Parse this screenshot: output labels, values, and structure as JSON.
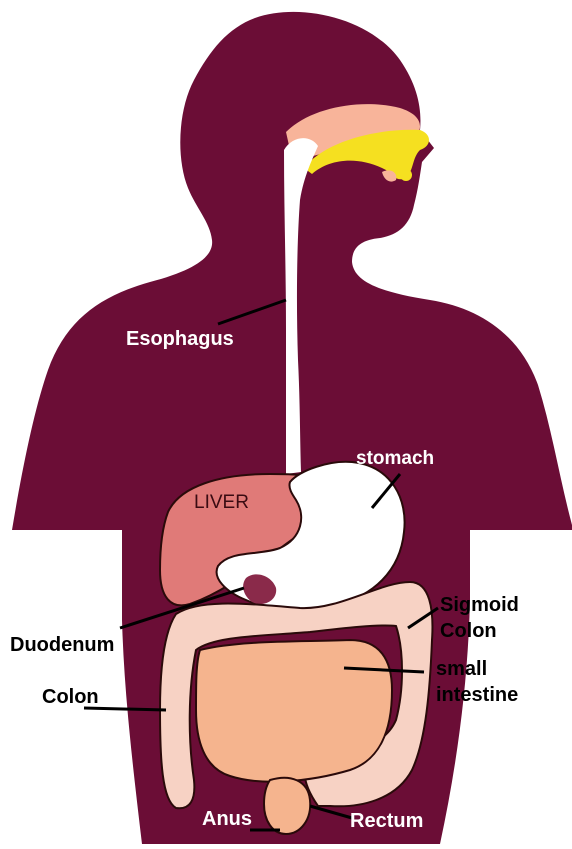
{
  "labels": {
    "esophagus": "Esophagus",
    "stomach": "stomach",
    "liver": "LIVER",
    "duodenum": "Duodenum",
    "colon": "Colon",
    "sigmoid_line1": "Sigmoid",
    "sigmoid_line2": "Colon",
    "small_line1": "small",
    "small_line2": "intestine",
    "anus": "Anus",
    "rectum": "Rectum"
  },
  "colors": {
    "body": "#6b0d36",
    "esophagus": "#ffffff",
    "stomach": "#ffffff",
    "liver": "#e07a78",
    "intestine": "#f5b48e",
    "colon": "#f7d2c4",
    "nasal": "#f8b49a",
    "palate": "#f5e020"
  }
}
